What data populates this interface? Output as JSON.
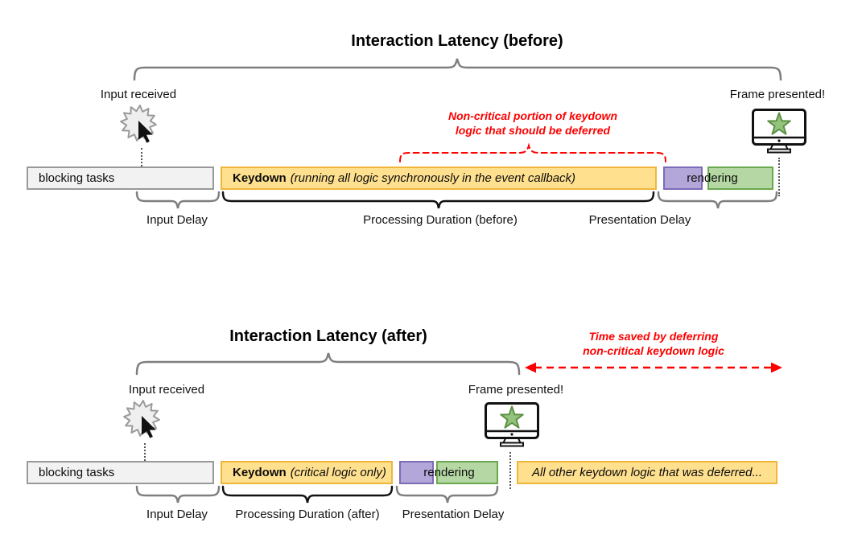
{
  "before": {
    "title": "Interaction Latency (before)",
    "input_received": "Input received",
    "frame_presented": "Frame presented!",
    "annotation": {
      "line1": "Non-critical portion of keydown",
      "line2": "logic that should be deferred"
    },
    "bars": {
      "blocking": "blocking tasks",
      "keydown_bold": "Keydown",
      "keydown_italic": "(running all logic synchronously in the event callback)",
      "rendering": "rendering"
    },
    "labels": {
      "input_delay": "Input Delay",
      "processing": "Processing Duration (before)",
      "presentation": "Presentation Delay"
    }
  },
  "after": {
    "title": "Interaction Latency (after)",
    "input_received": "Input received",
    "frame_presented": "Frame presented!",
    "annotation": {
      "line1": "Time saved by deferring",
      "line2": "non-critical keydown logic"
    },
    "bars": {
      "blocking": "blocking tasks",
      "keydown_bold": "Keydown",
      "keydown_italic": "(critical logic only)",
      "rendering": "rendering",
      "deferred": "All other keydown logic that was deferred..."
    },
    "labels": {
      "input_delay": "Input Delay",
      "processing": "Processing Duration (after)",
      "presentation": "Presentation Delay"
    }
  },
  "icons": {
    "input": "click-burst-with-cursor-icon",
    "frame": "monitor-with-star-icon"
  },
  "colors": {
    "task_yellow_fill": "#FFE08F",
    "task_yellow_border": "#F0B63C",
    "blocking_gray_fill": "#F2F2F2",
    "blocking_gray_border": "#999999",
    "render_purple_fill": "#B3A6D8",
    "render_purple_border": "#7D6BB8",
    "render_green_fill": "#B4D7A3",
    "render_green_border": "#6AA84F",
    "star_green_fill": "#93C47D",
    "star_green_border": "#5D8F44",
    "annotation_red": "#FF0000",
    "brace_gray": "#7F7F7F",
    "brace_black": "#111111"
  }
}
